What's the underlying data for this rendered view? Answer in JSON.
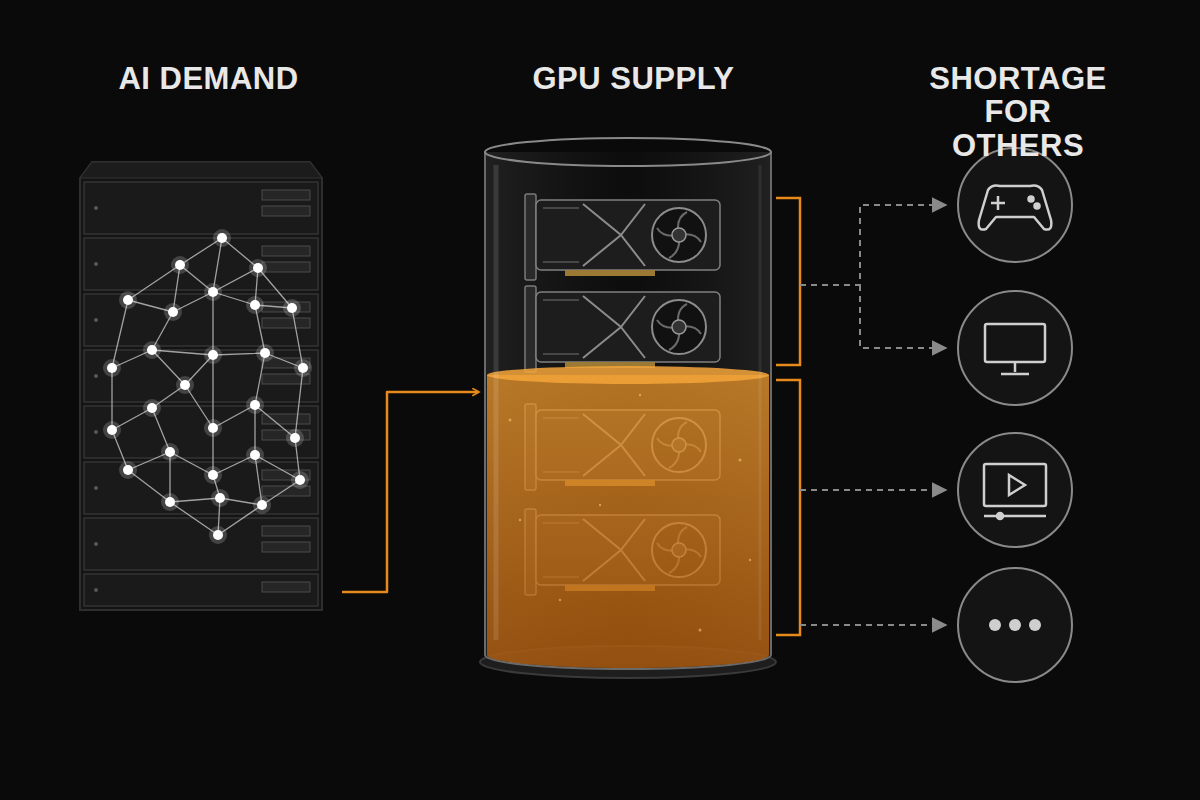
{
  "diagram": {
    "nodes": [
      {
        "text": [
          "AI DEMAND"
        ]
      },
      {
        "text": [
          "GPU SUPPLY"
        ]
      }
    ],
    "edges": [
      {
        "from": 0,
        "to": 1,
        "arrow": "to"
      }
    ],
    "labels": [
      "SHORTAGE FOR OTHERS"
    ]
  }
}
